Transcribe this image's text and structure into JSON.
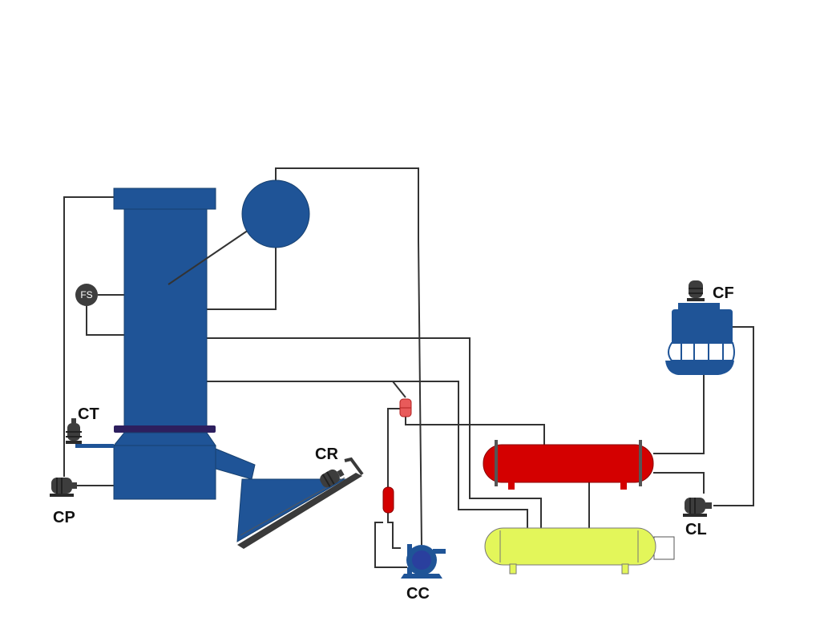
{
  "diagram": {
    "colors": {
      "column": "#1f5497",
      "band": "#2d1f5e",
      "hot_tank": "#d40000",
      "cold_tank": "#e3f65a",
      "pipe": "#333333",
      "motor": "#3d3d3d",
      "valve": "#e85a5a",
      "pump_inner": "#2a3f9e"
    },
    "labels": {
      "fs": "FS",
      "ct": "CT",
      "cp": "CP",
      "cr": "CR",
      "cc": "CC",
      "cf": "CF",
      "cl": "CL"
    },
    "icons": [
      "motor-icon",
      "pump-icon",
      "valve-icon",
      "sensor-icon"
    ]
  }
}
